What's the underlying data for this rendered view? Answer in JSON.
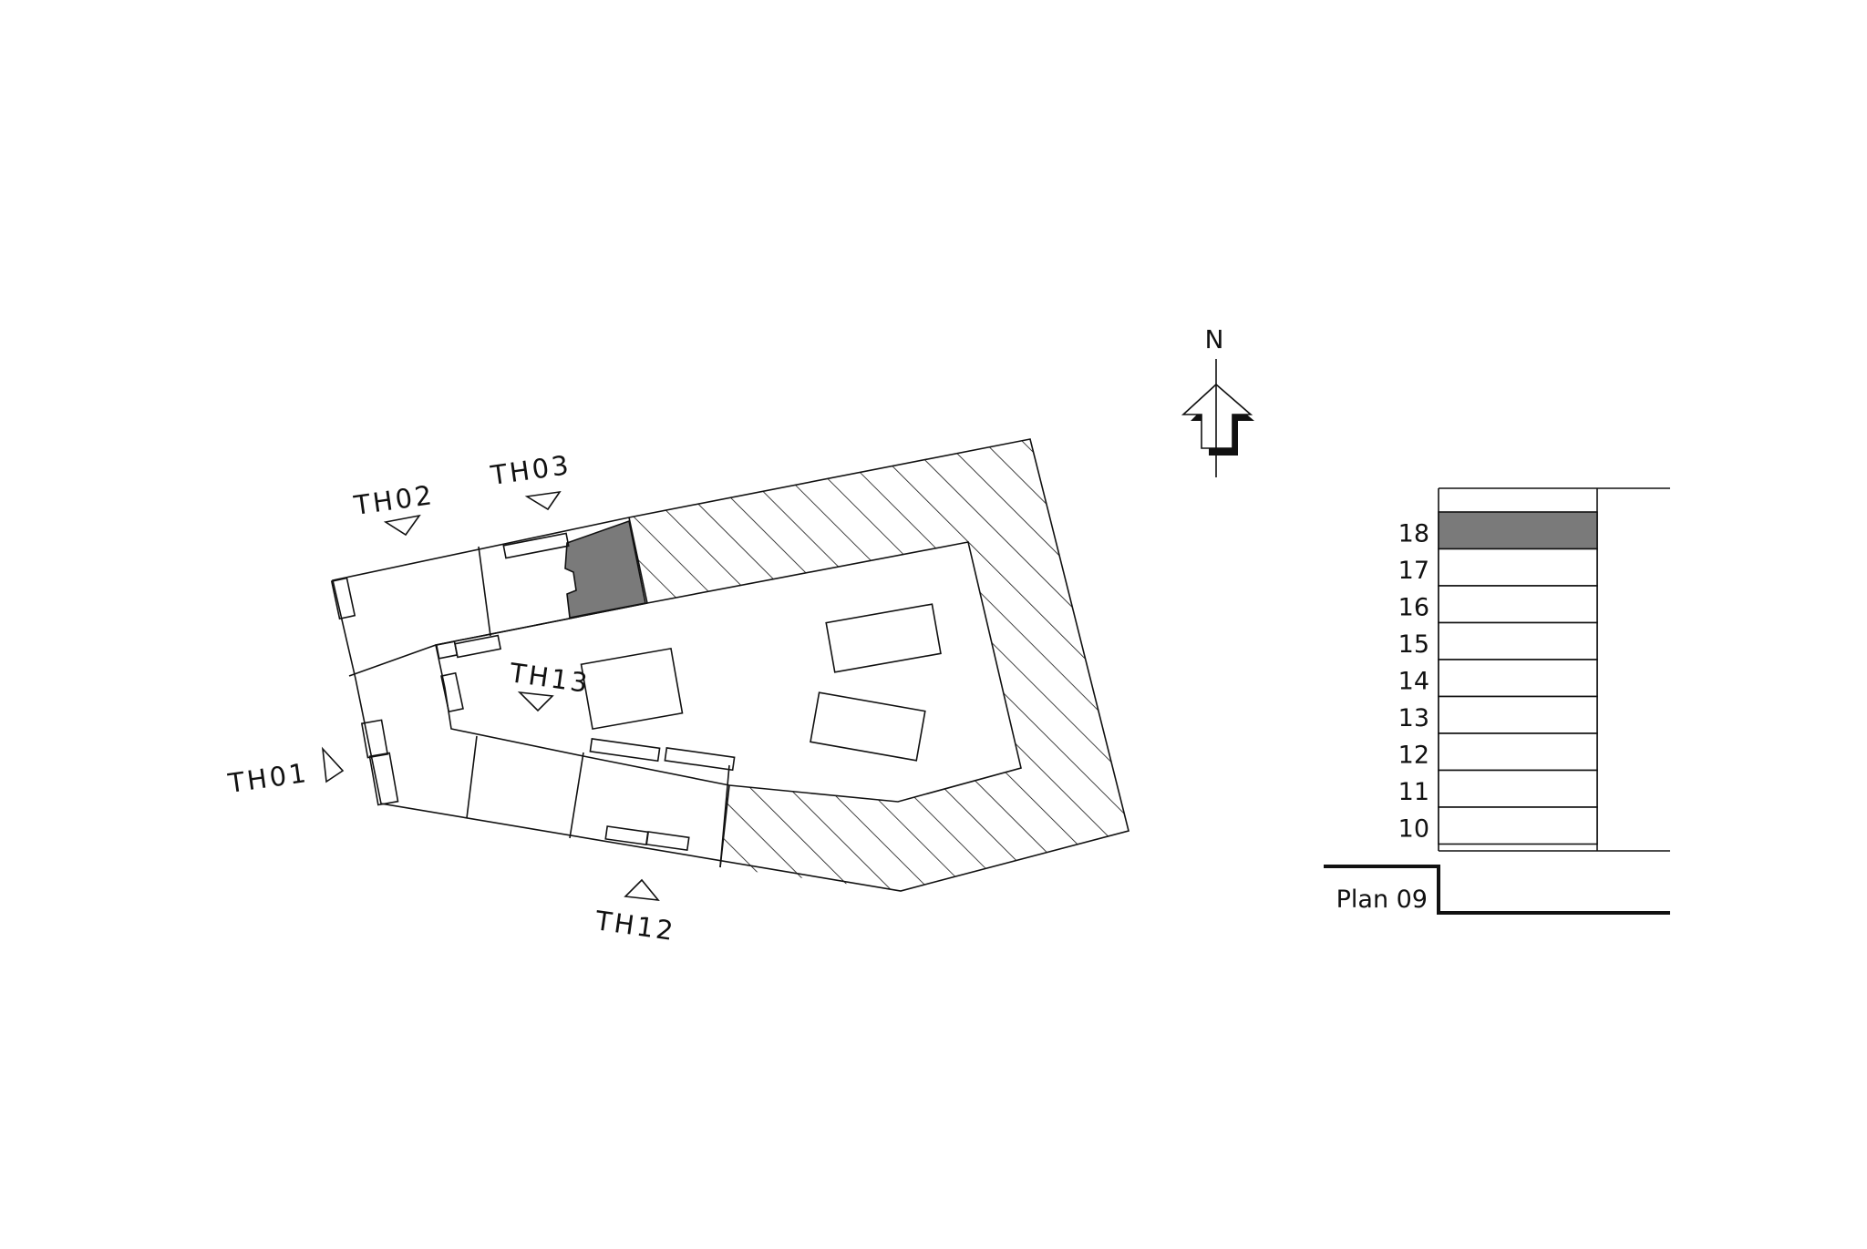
{
  "viewpoints": [
    {
      "id": "th01",
      "label": "TH01"
    },
    {
      "id": "th02",
      "label": "TH02"
    },
    {
      "id": "th03",
      "label": "TH03"
    },
    {
      "id": "th12",
      "label": "TH12"
    },
    {
      "id": "th13",
      "label": "TH13"
    }
  ],
  "north_label": "N",
  "section": {
    "floors": [
      "18",
      "17",
      "16",
      "15",
      "14",
      "13",
      "12",
      "11",
      "10"
    ],
    "selected_floor": "18",
    "base_label": "Plan 09"
  },
  "colors": {
    "line": "#111111",
    "highlight": "#7a7a7a",
    "background": "#ffffff"
  }
}
